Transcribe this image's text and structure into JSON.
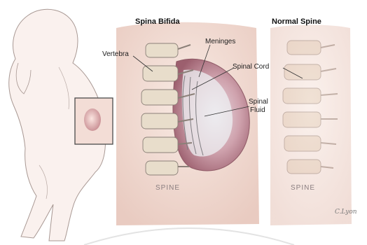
{
  "headings": {
    "spina_bifida": "Spina Bifida",
    "normal_spine": "Normal Spine"
  },
  "labels": {
    "vertebra": "Vertebra",
    "meninges": "Meninges",
    "spinal_cord": "Spinal Cord",
    "spinal": "Spinal",
    "fluid": "Fluid"
  },
  "watermarks": {
    "spine_left": "SPINE",
    "spine_right": "SPINE"
  },
  "signature": "C.Lyon",
  "colors": {
    "skin": "#f1dcd2",
    "bone": "#e9ddcc",
    "sac": "#b97f8a",
    "outline": "#9b8a86"
  }
}
